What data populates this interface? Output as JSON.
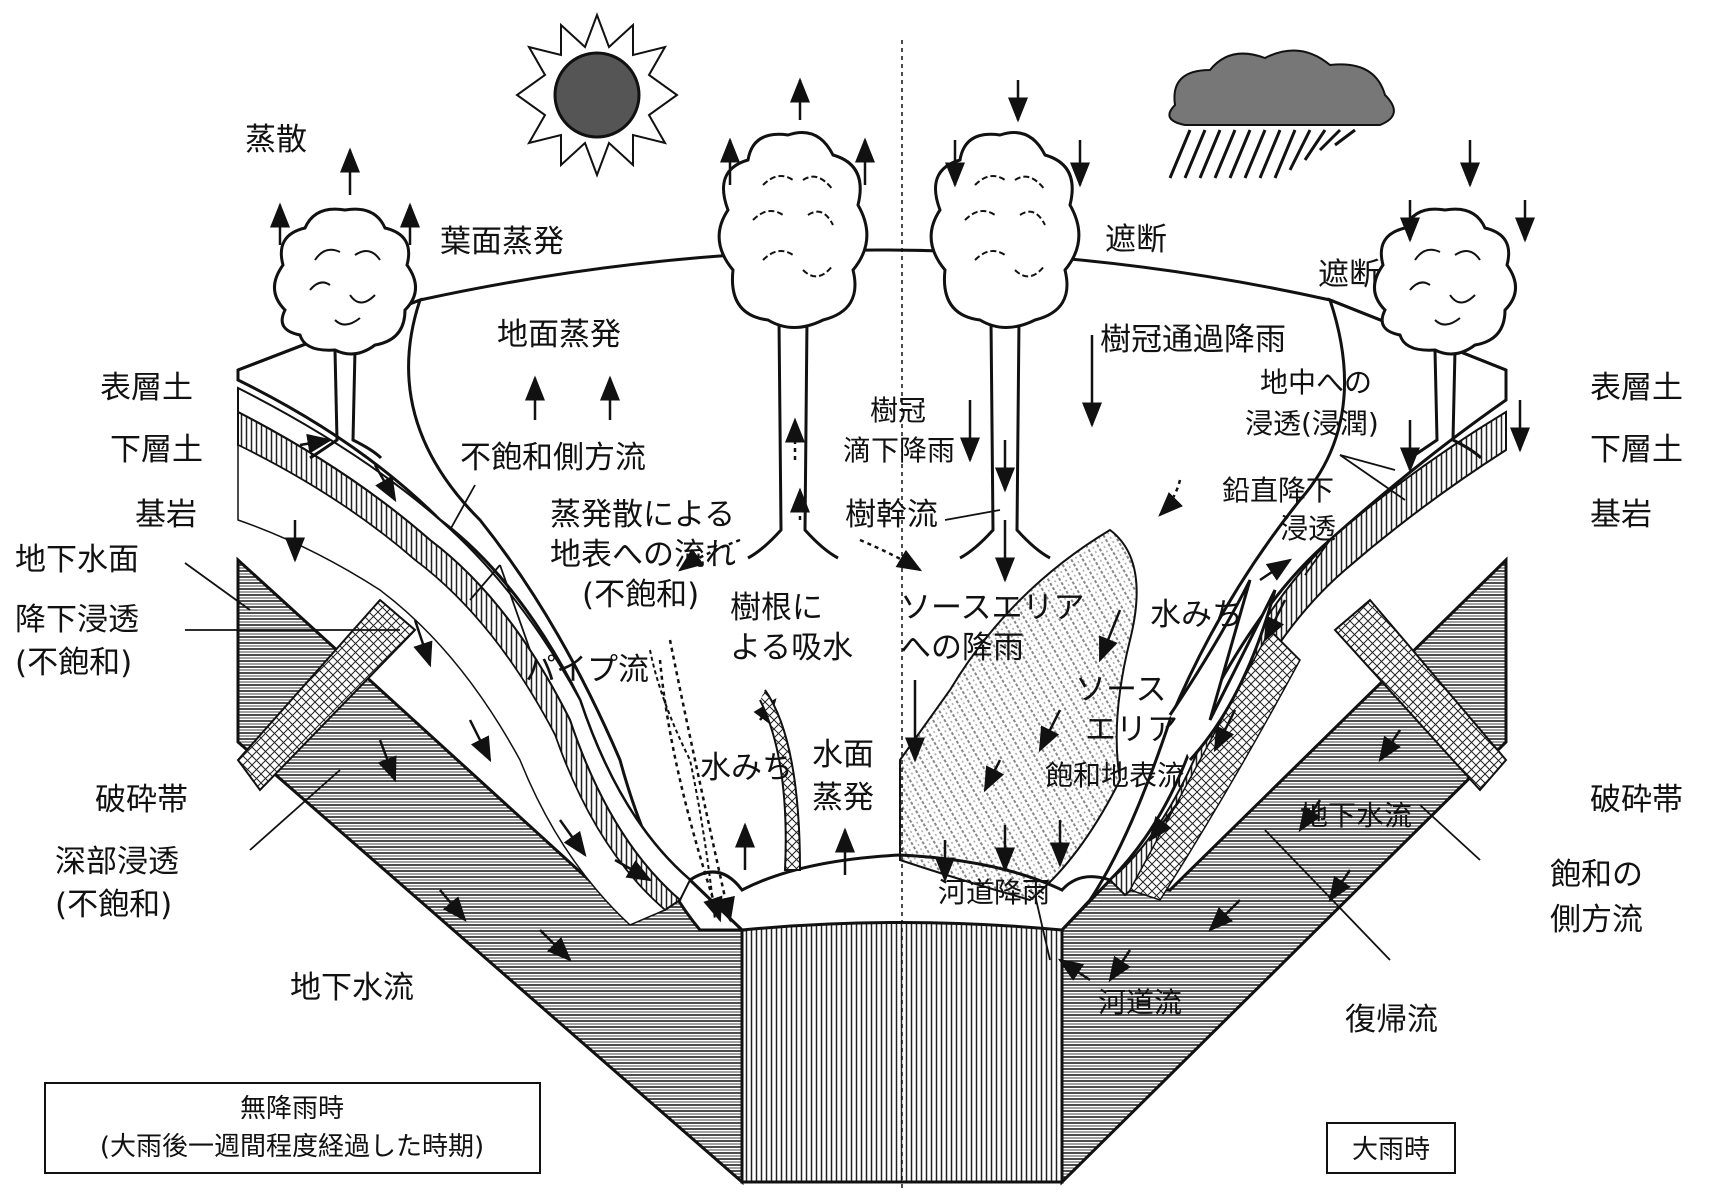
{
  "left_panel": {
    "transpiration": "蒸散",
    "leaf_evaporation": "葉面蒸発",
    "ground_evaporation": "地面蒸発",
    "topsoil": "表層土",
    "subsoil": "下層土",
    "bedrock": "基岩",
    "water_table": "地下水面",
    "percolation_1": "降下浸透",
    "percolation_2": "(不飽和)",
    "unsaturated_lateral_flow": "不飽和側方流",
    "evapo_flow_1": "蒸発散による",
    "evapo_flow_2": "地表への流れ",
    "evapo_flow_3": "(不飽和)",
    "pipe_flow": "パイプ流",
    "root_uptake_1": "樹根に",
    "root_uptake_2": "よる吸水",
    "water_path": "水みち",
    "water_surface_evap_1": "水面",
    "water_surface_evap_2": "蒸発",
    "fracture_zone": "破砕帯",
    "deep_percolation_1": "深部浸透",
    "deep_percolation_2": "(不飽和)",
    "groundwater_flow": "地下水流",
    "period_box_1": "無降雨時",
    "period_box_2": "(大雨後一週間程度経過した時期)"
  },
  "right_panel": {
    "interception_1": "遮断",
    "interception_2": "遮断",
    "throughfall": "樹冠通過降雨",
    "canopy_drip_1": "樹冠",
    "canopy_drip_2": "滴下降雨",
    "stemflow": "樹幹流",
    "source_rain_1": "ソースエリア",
    "source_rain_2": "への降雨",
    "infiltration_1": "地中への",
    "infiltration_2": "浸透(浸潤)",
    "topsoil": "表層土",
    "subsoil": "下層土",
    "bedrock": "基岩",
    "vertical_percolation_1": "鉛直降下",
    "vertical_percolation_2": "浸透",
    "water_path": "水みち",
    "source_area_1": "ソース",
    "source_area_2": "エリア",
    "saturated_overland_flow": "飽和地表流",
    "groundwater_flow": "地下水流",
    "fracture_zone": "破砕帯",
    "saturated_lateral_1": "飽和の",
    "saturated_lateral_2": "側方流",
    "channel_rain": "河道降雨",
    "channel_flow": "河道流",
    "return_flow": "復帰流",
    "period_box": "大雨時"
  },
  "icons": {
    "sun": "sun-icon",
    "cloud": "rain-cloud-icon",
    "tree": "tree-icon"
  }
}
